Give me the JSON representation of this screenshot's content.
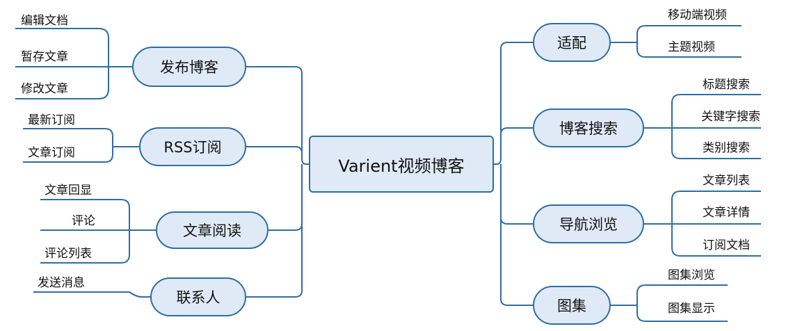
{
  "root": {
    "label": "Varient视频博客"
  },
  "branches": [
    {
      "label": "发布博客",
      "children": [
        "编辑文档",
        "暂存文章",
        "修改文章"
      ]
    },
    {
      "label": "RSS订阅",
      "children": [
        "最新订阅",
        "文章订阅"
      ]
    },
    {
      "label": "文章阅读",
      "children": [
        "文章回显",
        "评论",
        "评论列表"
      ]
    },
    {
      "label": "联系人",
      "children": [
        "发送消息"
      ]
    },
    {
      "label": "适配",
      "children": [
        "移动端视频",
        "主题视频"
      ]
    },
    {
      "label": "博客搜索",
      "children": [
        "标题搜索",
        "关键字搜索",
        "类别搜索"
      ]
    },
    {
      "label": "导航浏览",
      "children": [
        "文章列表",
        "文章详情",
        "订阅文档"
      ]
    },
    {
      "label": "图集",
      "children": [
        "图集浏览",
        "图集显示"
      ]
    }
  ],
  "colors": {
    "line": "#2e6da4",
    "node_fill": "#dfeaf6",
    "node_border": "#2e6da4"
  }
}
